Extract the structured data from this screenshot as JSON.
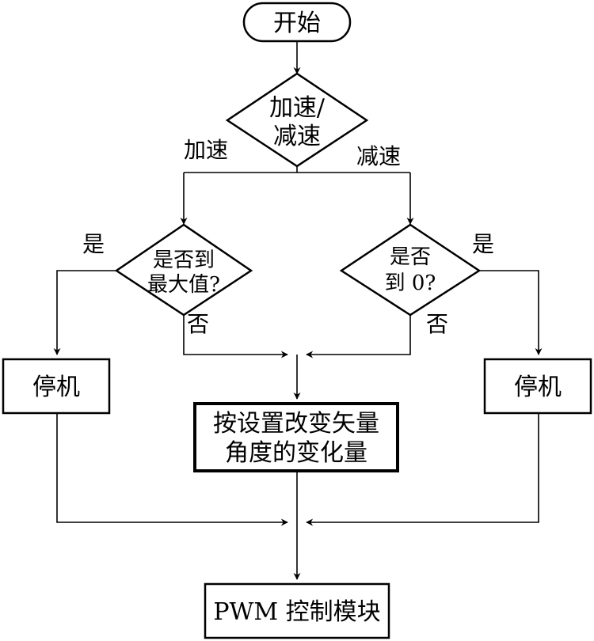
{
  "nodes": {
    "start": "开始",
    "decision_mode": {
      "line1": "加速/",
      "line2": "减速"
    },
    "decision_max": {
      "line1": "是否到",
      "line2": "最大值?"
    },
    "decision_zero": {
      "line1": "是否",
      "line2": "到 0?"
    },
    "stop_left": "停机",
    "stop_right": "停机",
    "process_angle": {
      "line1": "按设置改变矢量",
      "line2": "角度的变化量"
    },
    "pwm": "PWM 控制模块"
  },
  "edges": {
    "accelerate": "加速",
    "decelerate": "减速",
    "max_yes": "是",
    "max_no": "否",
    "zero_yes": "是",
    "zero_no": "否"
  }
}
